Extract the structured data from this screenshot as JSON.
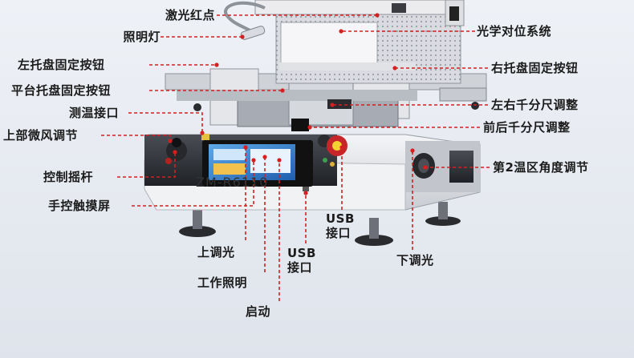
{
  "model_label": "ZM-R6110",
  "colors": {
    "callout": "#d42020",
    "background": "#e6eaf1"
  },
  "callouts": {
    "laser_red_dot": "激光红点",
    "lighting_lamp": "照明灯",
    "left_tray_knob": "左托盘固定按钮",
    "platform_tray_knob": "平台托盘固定按钮",
    "temp_port": "测温接口",
    "upper_breeze": "上部微风调节",
    "joystick": "控制摇杆",
    "touchscreen": "手控触摸屏",
    "optical_alignment": "光学对位系统",
    "right_tray_knob": "右托盘固定按钮",
    "lr_micrometer": "左右千分尺调整",
    "fb_micrometer": "前后千分尺调整",
    "zone2_angle": "第2温区角度调节",
    "usb_right": "USB\n接口",
    "usb_center": "USB\n接口",
    "light_up": "上调光",
    "light_down": "下调光",
    "work_light": "工作照明",
    "start": "启动"
  }
}
